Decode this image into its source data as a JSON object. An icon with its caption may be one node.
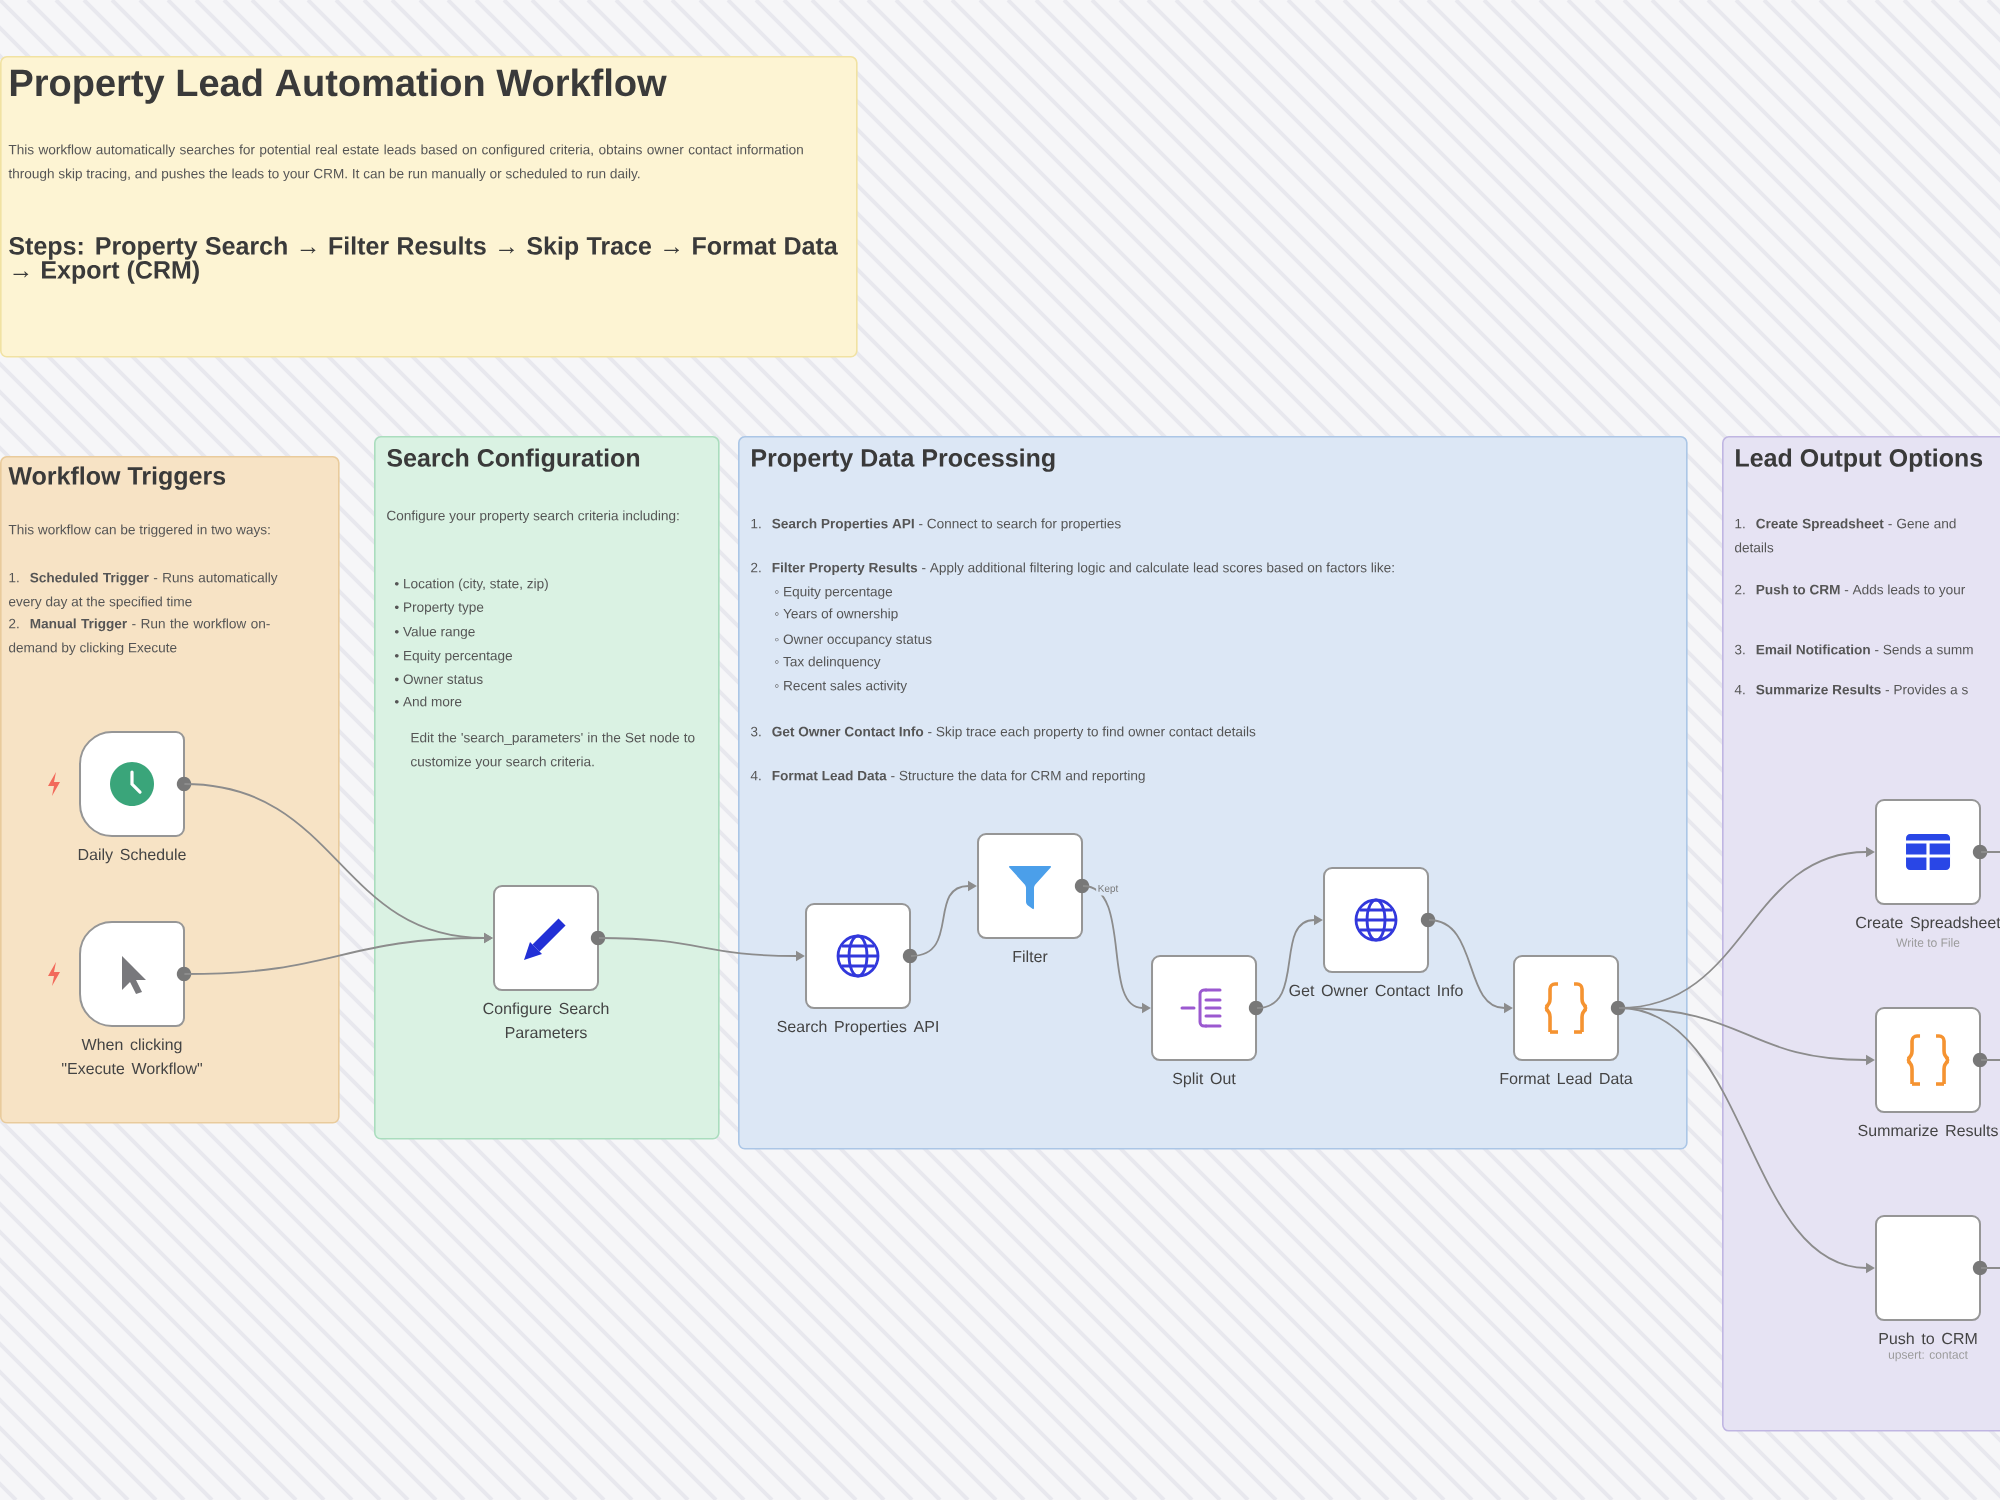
{
  "diagram": {
    "nodes": [
      {
        "text": [
          "Property Lead Automation Workflow",
          "This workflow automatically searches for potential real estate leads based on configured criteria, obtains owner contact information through skip tracing, and pushes the leads to your CRM. It can be run manually or scheduled to run daily.",
          "Steps: Property Search → Filter Results → Skip Trace → Format Data → Export (CRM)"
        ]
      },
      {
        "text": [
          "Workflow Triggers",
          "This workflow can be triggered in two ways:",
          "1. **Scheduled Trigger** - Runs automatically every day at the specified time",
          "2. **Manual Trigger** - Run the workflow on-demand by clicking Execute"
        ]
      },
      {
        "text": [
          "Search Configuration",
          "Configure your property search criteria including:",
          "• Location (city, state, zip)",
          "• Property type",
          "• Value range",
          "• Equity percentage",
          "• Owner status",
          "• And more",
          "Edit the 'search_parameters' in the Set node to customize your search criteria."
        ]
      },
      {
        "text": [
          "Property Data Processing",
          "1. **Search Properties API** - Connect to search for properties",
          "2. **Filter Property Results** - Apply additional filtering logic and calculate lead scores based on factors like:",
          "◦ Equity percentage",
          "◦ Years of ownership",
          "◦ Owner occupancy status",
          "◦ Tax delinquency",
          "◦ Recent sales activity",
          "3. **Get Owner Contact Info** - Skip trace each property to find owner contact details",
          "4. **Format Lead Data** - Structure the data for CRM and reporting"
        ]
      },
      {
        "text": [
          "Lead Output Options",
          "1. **Create Spreadsheet** - Gene and details",
          "2. **Push to CRM** - Adds leads to your",
          "3. **Email Notification** - Sends a summ",
          "4. **Summarize Results** - Provides a s"
        ]
      },
      {
        "text": [
          "Daily Schedule"
        ],
        "in": 1
      },
      {
        "text": [
          "When clicking \"Execute Workflow\""
        ],
        "in": 1
      },
      {
        "text": [
          "Configure Search Parameters"
        ],
        "in": 2
      },
      {
        "text": [
          "Search Properties API"
        ],
        "in": 3
      },
      {
        "text": [
          "Filter"
        ],
        "in": 3
      },
      {
        "text": [
          "Split Out"
        ],
        "in": 3
      },
      {
        "text": [
          "Get Owner Contact Info"
        ],
        "in": 3
      },
      {
        "text": [
          "Format Lead Data"
        ],
        "in": 3
      },
      {
        "text": [
          "Create Spreadsheet",
          "Write to File"
        ],
        "in": 4
      },
      {
        "text": [
          "Summarize Results"
        ],
        "in": 4
      },
      {
        "text": [
          "Push to CRM",
          "upsert: contact"
        ],
        "in": 4
      }
    ],
    "edges": [
      {
        "from": 5,
        "to": 7,
        "arrow": "to"
      },
      {
        "from": 6,
        "to": 7,
        "arrow": "to"
      },
      {
        "from": 7,
        "to": 8,
        "arrow": "to"
      },
      {
        "from": 8,
        "to": 9,
        "arrow": "to"
      },
      {
        "from": 9,
        "to": 10,
        "arrow": "to",
        "label": "Kept"
      },
      {
        "from": 10,
        "to": 11,
        "arrow": "to"
      },
      {
        "from": 11,
        "to": 12,
        "arrow": "to"
      },
      {
        "from": 12,
        "to": 13,
        "arrow": "to"
      },
      {
        "from": 12,
        "to": 14,
        "arrow": "to"
      },
      {
        "from": 12,
        "to": 15,
        "arrow": "to"
      },
      {
        "from": 13,
        "to": null,
        "arrow": "none"
      },
      {
        "from": 14,
        "to": null,
        "arrow": "none"
      },
      {
        "from": 15,
        "to": null,
        "arrow": "none"
      }
    ]
  }
}
